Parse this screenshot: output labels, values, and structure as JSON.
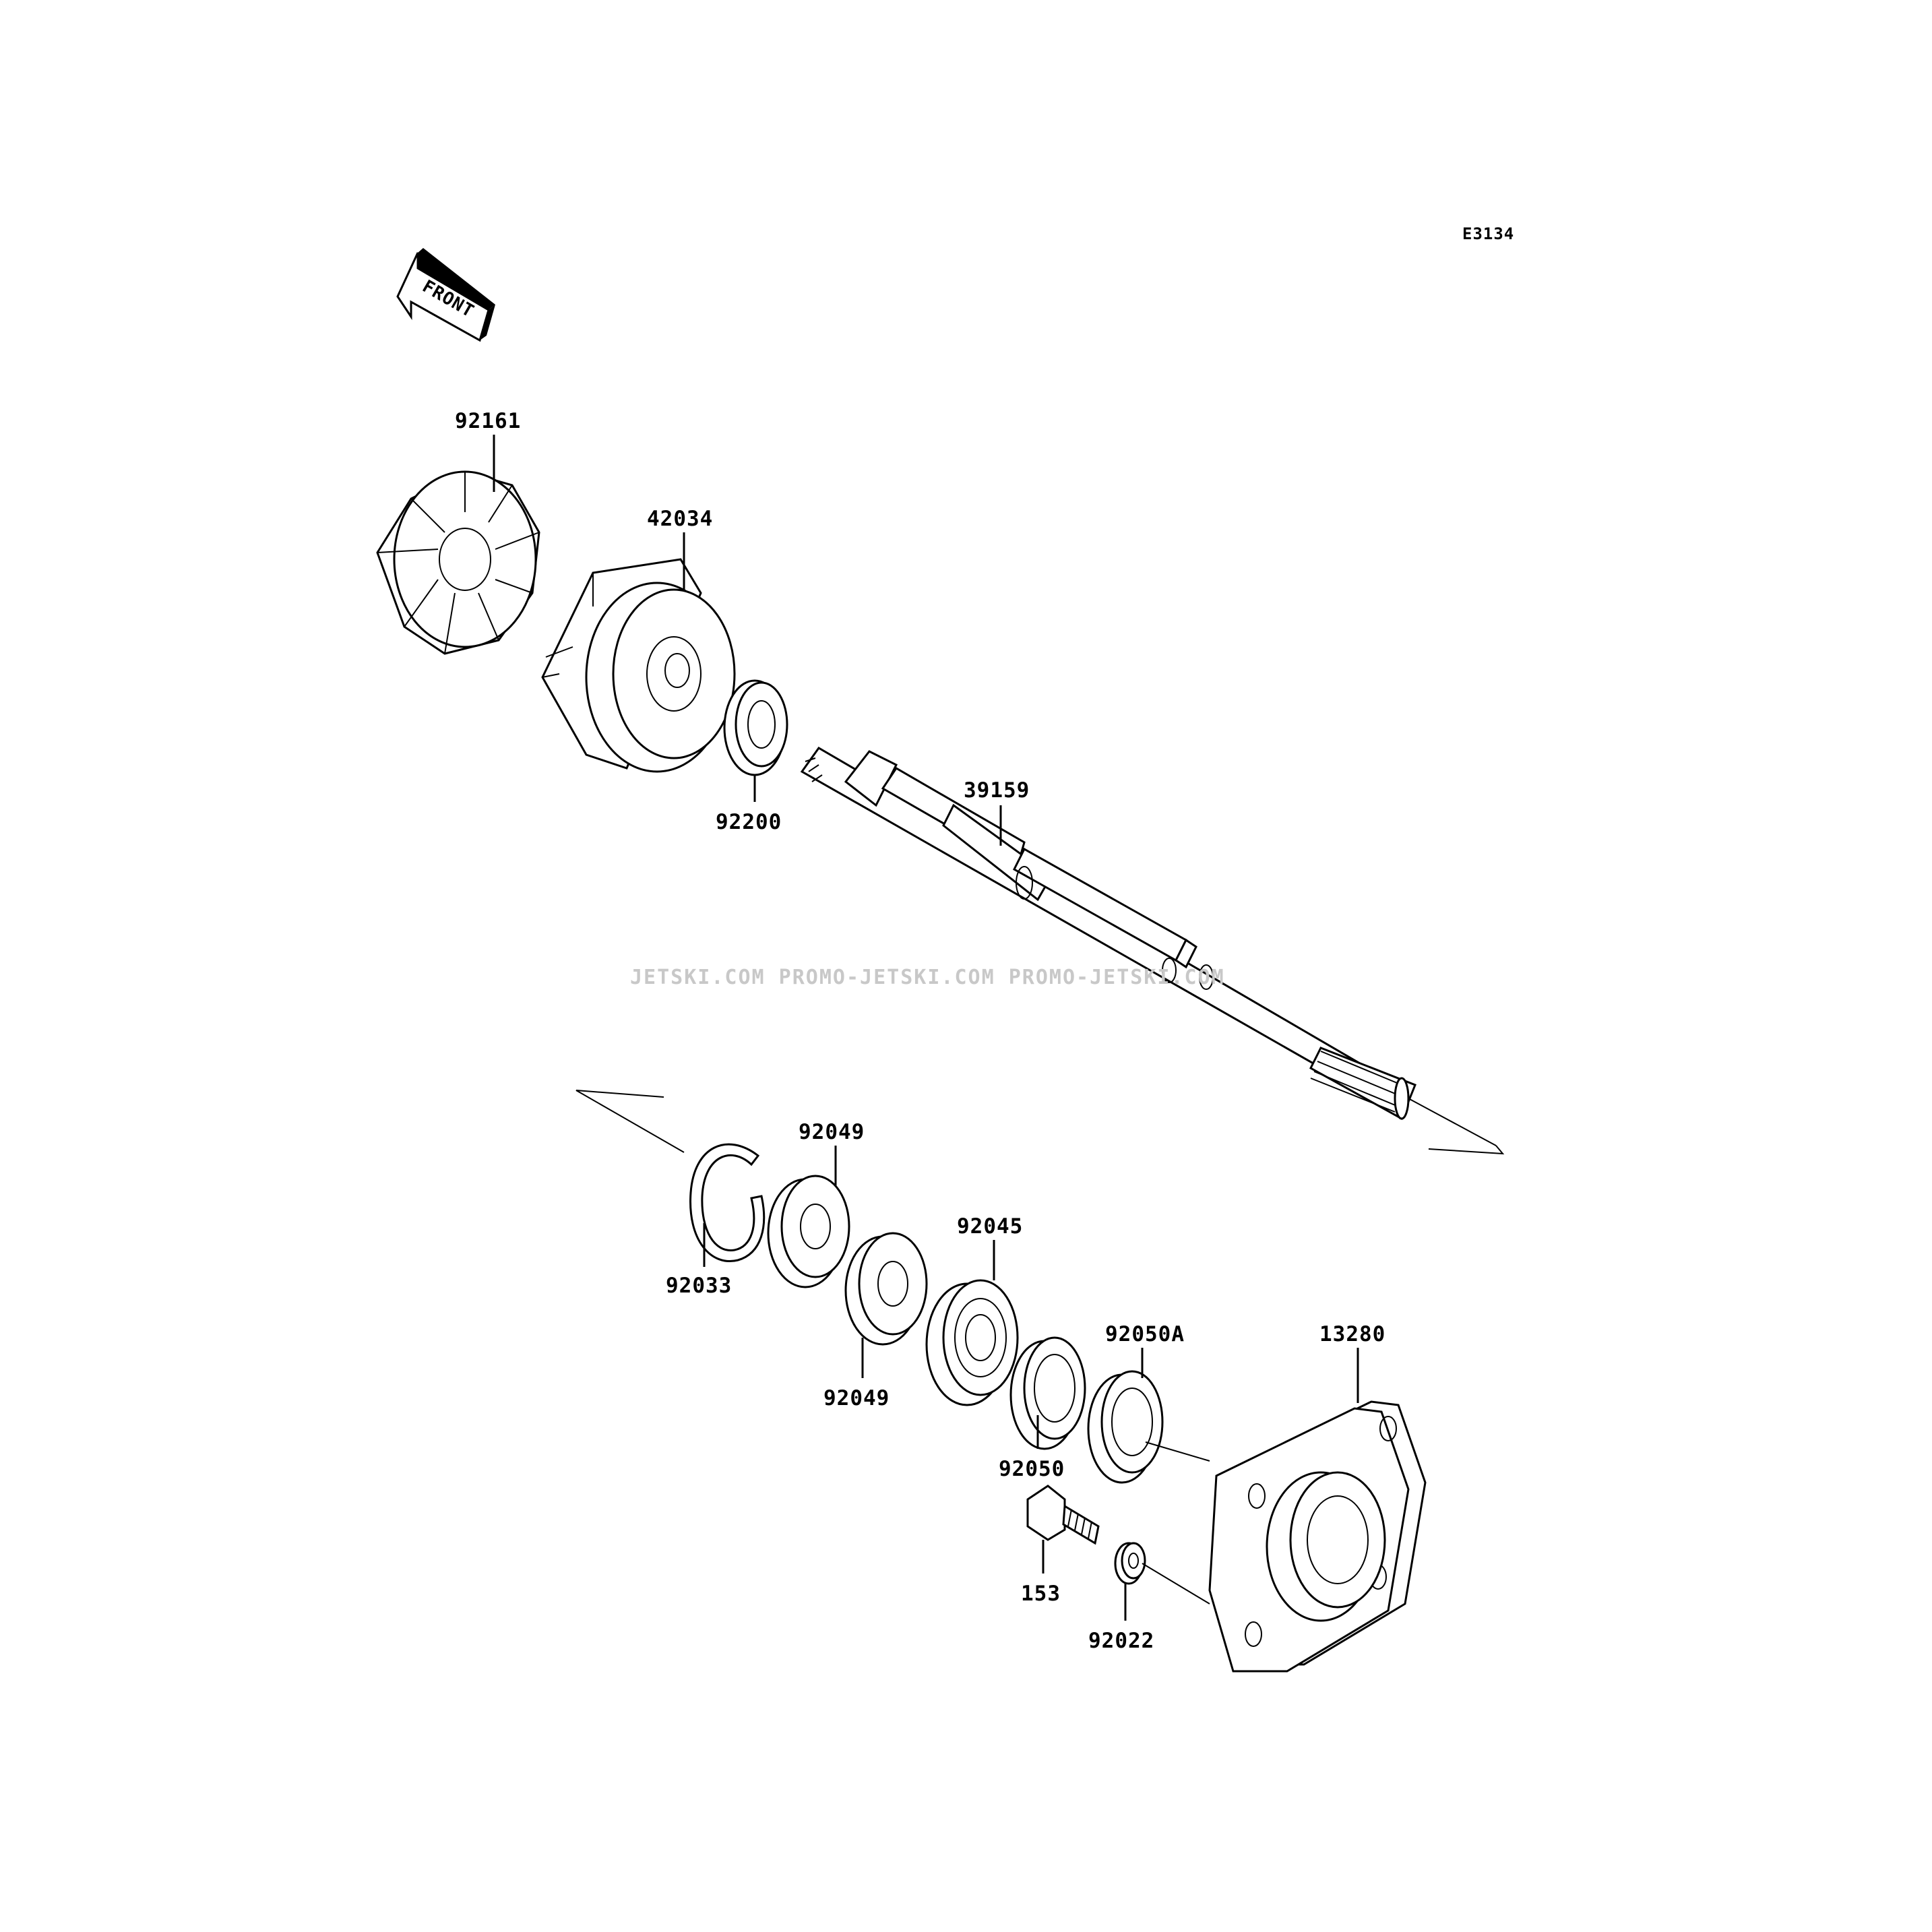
{
  "diagram": {
    "code": "E3134",
    "front_label": "FRONT",
    "watermark": "JETSKI.COM  PROMO-JETSKI.COM  PROMO-JETSKI.COM",
    "parts": {
      "p92161": "92161",
      "p42034": "42034",
      "p92200": "92200",
      "p39159": "39159",
      "p92049a": "92049",
      "p92049b": "92049",
      "p92033": "92033",
      "p92045": "92045",
      "p92050A": "92050A",
      "p92050": "92050",
      "p13280": "13280",
      "p153": "153",
      "p92022": "92022"
    }
  }
}
